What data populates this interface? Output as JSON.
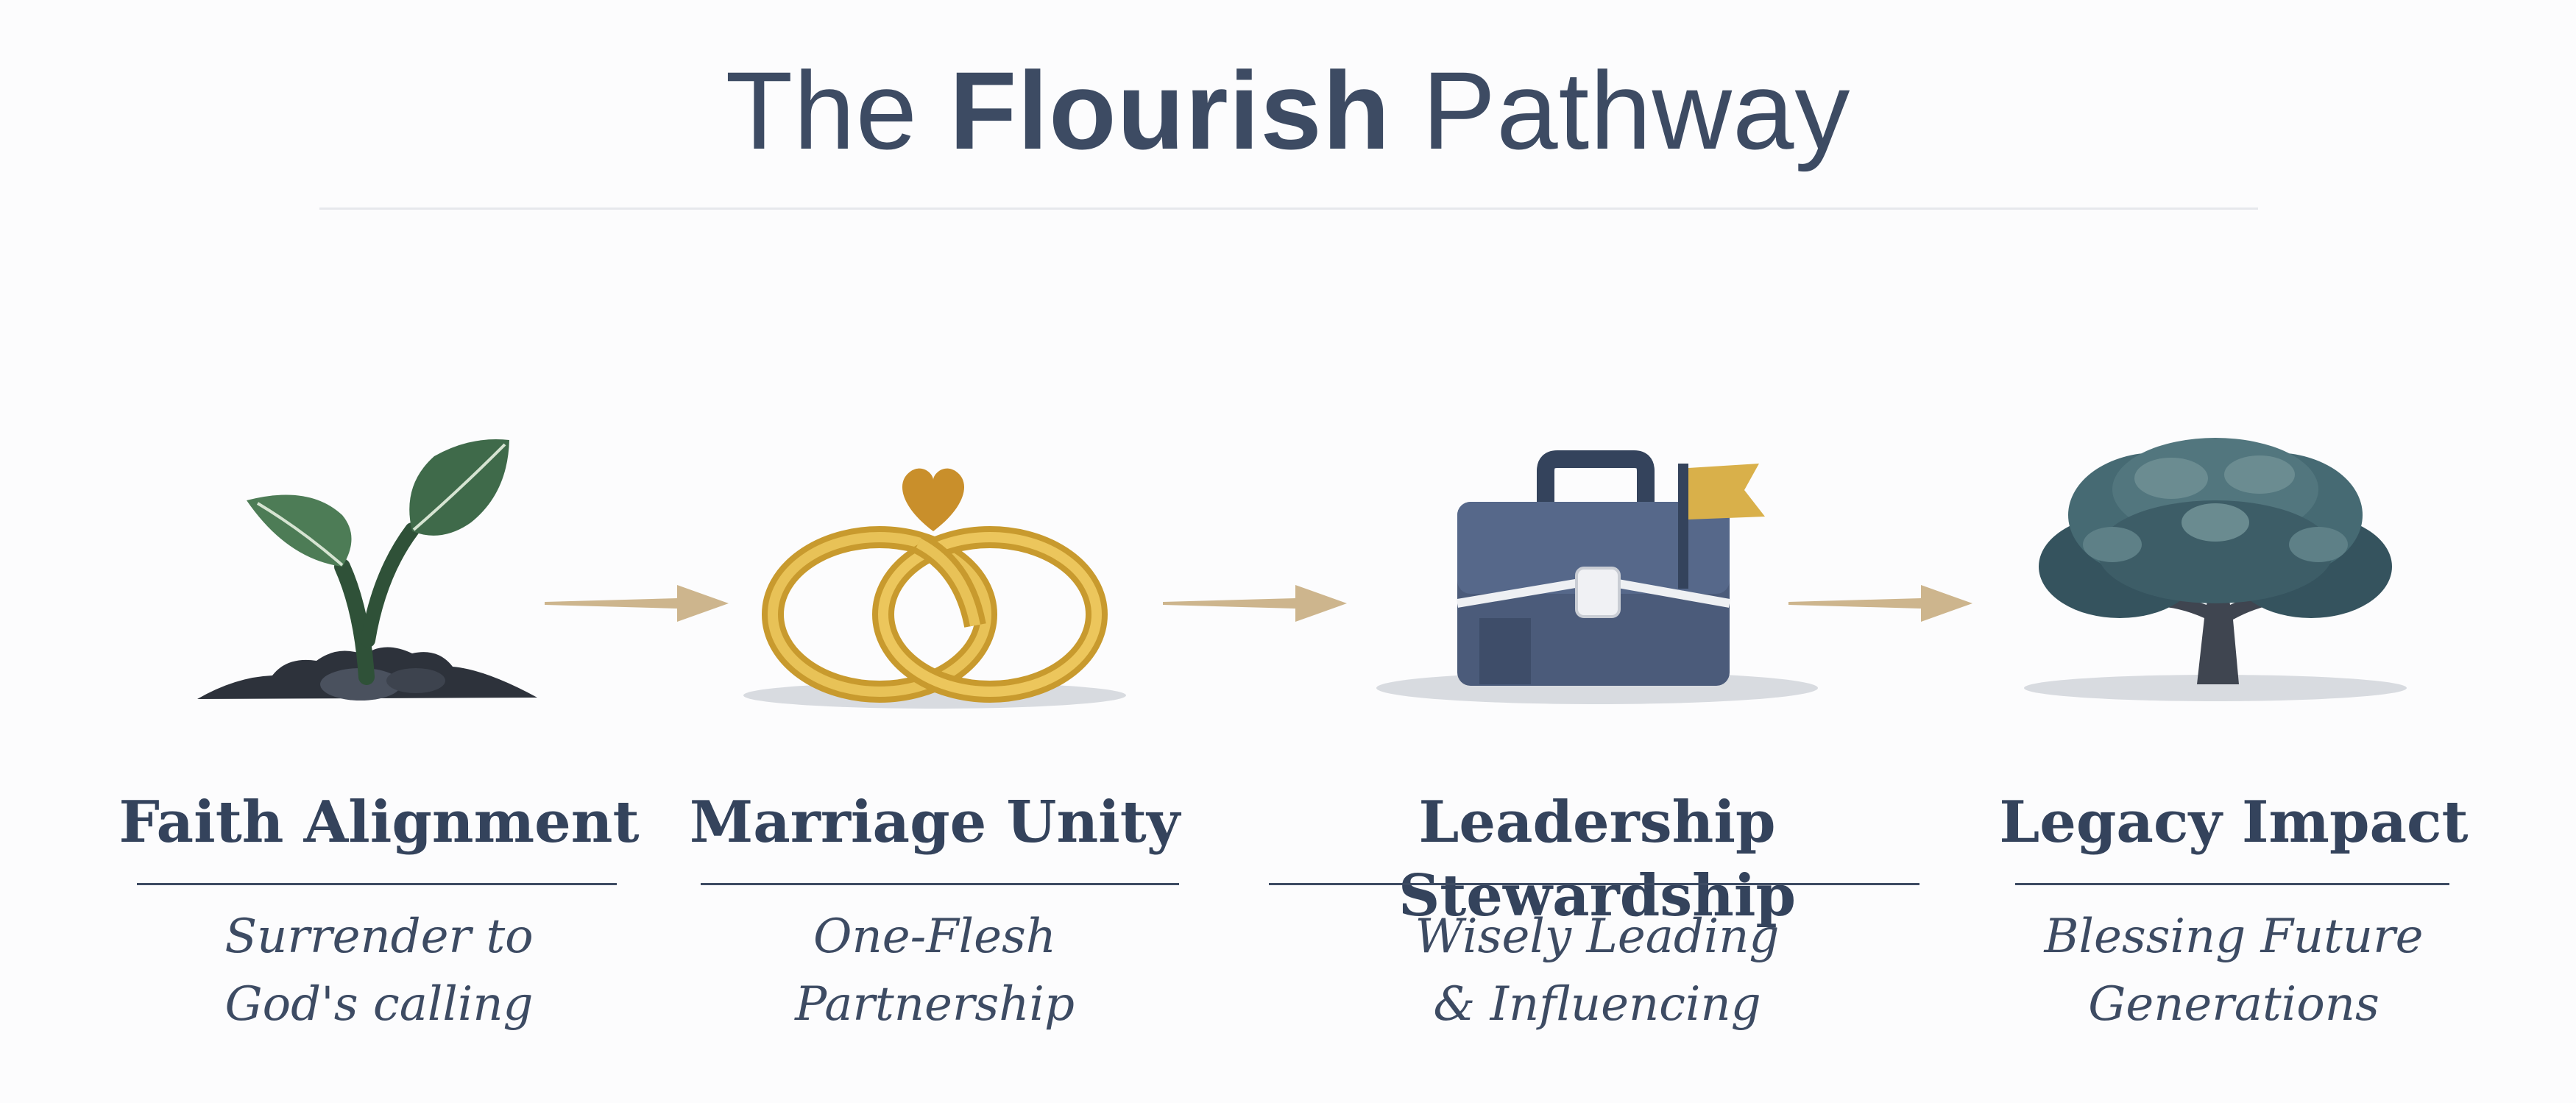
{
  "title": {
    "prefix": "The",
    "emphasis": "Flourish",
    "suffix": "Pathway"
  },
  "stages": [
    {
      "label": "Faith Alignment",
      "desc_line1": "Surrender to",
      "desc_line2": "God's calling",
      "icon": "sprout-icon"
    },
    {
      "label": "Marriage Unity",
      "desc_line1": "One-Flesh",
      "desc_line2": "Partnership",
      "icon": "wedding-rings-icon"
    },
    {
      "label": "Leadership Stewardship",
      "desc_line1": "Wisely Leading",
      "desc_line2": "& Influencing",
      "icon": "briefcase-flag-icon"
    },
    {
      "label": "Legacy Impact",
      "desc_line1": "Blessing Future",
      "desc_line2": "Generations",
      "icon": "tree-icon"
    }
  ],
  "colors": {
    "navy": "#3d4b63",
    "gold": "#d9b04a",
    "arrow_tan": "#cdb58d",
    "leaf_green": "#3f6a4a",
    "tree_teal": "#4c6b73"
  }
}
